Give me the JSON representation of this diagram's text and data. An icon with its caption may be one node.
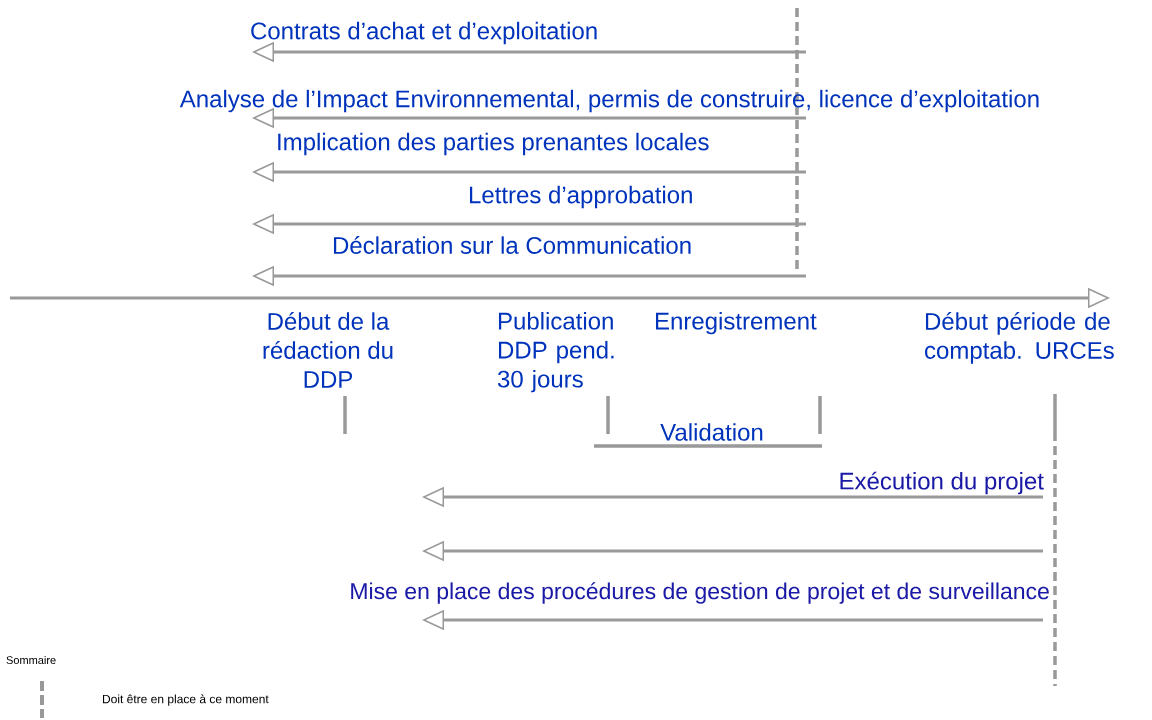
{
  "diagram": {
    "labels": [
      "Contrats d’achat et d’exploitation",
      "Analyse de l’Impact Environnemental, permis de construire, licence d’exploitation",
      "Implication des parties prenantes locales",
      "Lettres d’approbation",
      "Déclaration sur la Communication",
      "Début de la rédaction du DDP",
      "Publication DDP pend. 30 jours",
      "Enregistrement",
      "Début période de comptab. URCEs",
      "Validation",
      "Exécution du projet",
      "Mise en place des procédures de gestion de projet et de surveillance",
      "Sommaire"
    ],
    "legend": [
      {
        "text": "Doit être en place à ce moment"
      }
    ]
  }
}
